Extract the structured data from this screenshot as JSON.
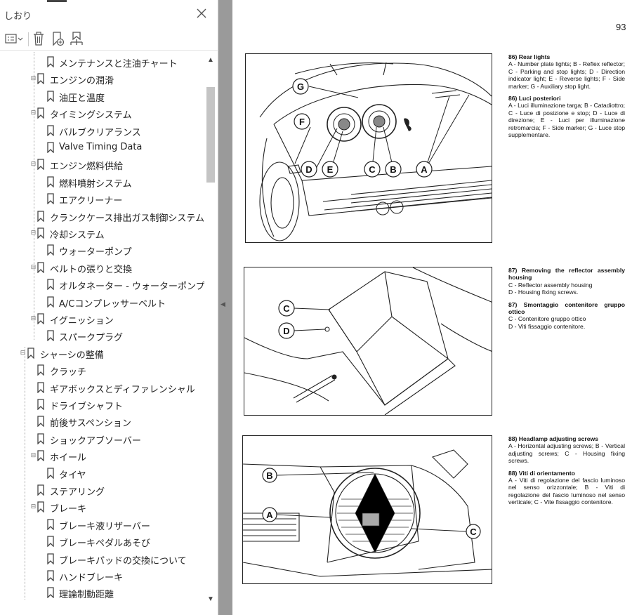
{
  "panel": {
    "title": "しおり",
    "close_icon": "close-icon",
    "toolbar": [
      "options-menu-icon",
      "delete-icon",
      "new-bookmark-icon",
      "bookmark-from-structure-icon"
    ]
  },
  "bookmarks": [
    {
      "label": "メンテナンスと注油チャート",
      "level": 2,
      "expander": false
    },
    {
      "label": "エンジンの潤滑",
      "level": 1,
      "expander": true
    },
    {
      "label": "油圧と温度",
      "level": 2,
      "expander": false
    },
    {
      "label": "タイミングシステム",
      "level": 1,
      "expander": true
    },
    {
      "label": "バルブクリアランス",
      "level": 2,
      "expander": false
    },
    {
      "label": "Valve Timing Data",
      "level": 2,
      "expander": false
    },
    {
      "label": "エンジン燃料供給",
      "level": 1,
      "expander": true
    },
    {
      "label": "燃料噴射システム",
      "level": 2,
      "expander": false
    },
    {
      "label": "エアクリーナー",
      "level": 2,
      "expander": false
    },
    {
      "label": "クランクケース排出ガス制御システム",
      "level": 1,
      "expander": false
    },
    {
      "label": "冷却システム",
      "level": 1,
      "expander": true
    },
    {
      "label": "ウォーターポンプ",
      "level": 2,
      "expander": false
    },
    {
      "label": "ベルトの張りと交換",
      "level": 1,
      "expander": true
    },
    {
      "label": "オルタネーター - ウォーターポンプ ベルト",
      "level": 2,
      "expander": false
    },
    {
      "label": "A/Cコンプレッサーベルト",
      "level": 2,
      "expander": false
    },
    {
      "label": "イグニッション",
      "level": 1,
      "expander": true
    },
    {
      "label": "スパークプラグ",
      "level": 2,
      "expander": false
    },
    {
      "label": "シャーシの整備",
      "level": 0,
      "expander": true
    },
    {
      "label": "クラッチ",
      "level": 1,
      "expander": false
    },
    {
      "label": "ギアボックスとディファレンシャル",
      "level": 1,
      "expander": false
    },
    {
      "label": "ドライブシャフト",
      "level": 1,
      "expander": false
    },
    {
      "label": "前後サスペンション",
      "level": 1,
      "expander": false
    },
    {
      "label": "ショックアブソーバー",
      "level": 1,
      "expander": false
    },
    {
      "label": "ホイール",
      "level": 1,
      "expander": true
    },
    {
      "label": "タイヤ",
      "level": 2,
      "expander": false
    },
    {
      "label": "ステアリング",
      "level": 1,
      "expander": false
    },
    {
      "label": "ブレーキ",
      "level": 1,
      "expander": true
    },
    {
      "label": "ブレーキ液リザーバー",
      "level": 2,
      "expander": false
    },
    {
      "label": "ブレーキペダルあそび",
      "level": 2,
      "expander": false
    },
    {
      "label": "ブレーキパッドの交換について",
      "level": 2,
      "expander": false
    },
    {
      "label": "ハンドブレーキ",
      "level": 2,
      "expander": false
    },
    {
      "label": "理論制動距離",
      "level": 2,
      "expander": false
    }
  ],
  "document": {
    "page_number": "93",
    "figures": [
      {
        "callouts": [
          "G",
          "F",
          "D",
          "E",
          "C",
          "B",
          "A"
        ],
        "captions": [
          {
            "heading": "86) Rear lights",
            "body": "A - Number plate lights; B - Reflex reflector; C - Parking and stop lights; D - Direction indicator light; E - Reverse lights; F - Side marker; G - Auxiliary stop light."
          },
          {
            "heading": "86) Luci posteriori",
            "body": "A - Luci illuminazione targa; B - Catadiottro; C - Luce di posizione e stop; D - Luce di direzione; E - Luci per illuminazione retromarcia; F - Side marker; G - Luce stop supplementare."
          }
        ]
      },
      {
        "callouts": [
          "C",
          "D"
        ],
        "captions": [
          {
            "heading": "87) Removing the reflector assembly housing",
            "body": "C - Reflector assembly housing\nD - Housing fixing screws."
          },
          {
            "heading": "87) Smontaggio contenitore gruppo ottico",
            "body": "C - Contenitore gruppo ottico\nD - Viti fissaggio contenitore."
          }
        ]
      },
      {
        "callouts": [
          "B",
          "A",
          "C"
        ],
        "captions": [
          {
            "heading": "88) Headlamp adjusting screws",
            "body": "A - Horizontal adjusting screws; B - Vertical adjusting screws; C - Housing fixing screws."
          },
          {
            "heading": "88) Viti di orientamento",
            "body": "A - Viti di regolazione del fascio luminoso nel senso orizzontale; B - Viti di regolazione del fascio luminoso nel senso verticale; C - Vite fissaggio contenitore."
          }
        ]
      }
    ]
  },
  "colors": {
    "splitter": "#9a9a9a",
    "scroll_thumb": "#c4c4c4",
    "text": "#222222"
  }
}
